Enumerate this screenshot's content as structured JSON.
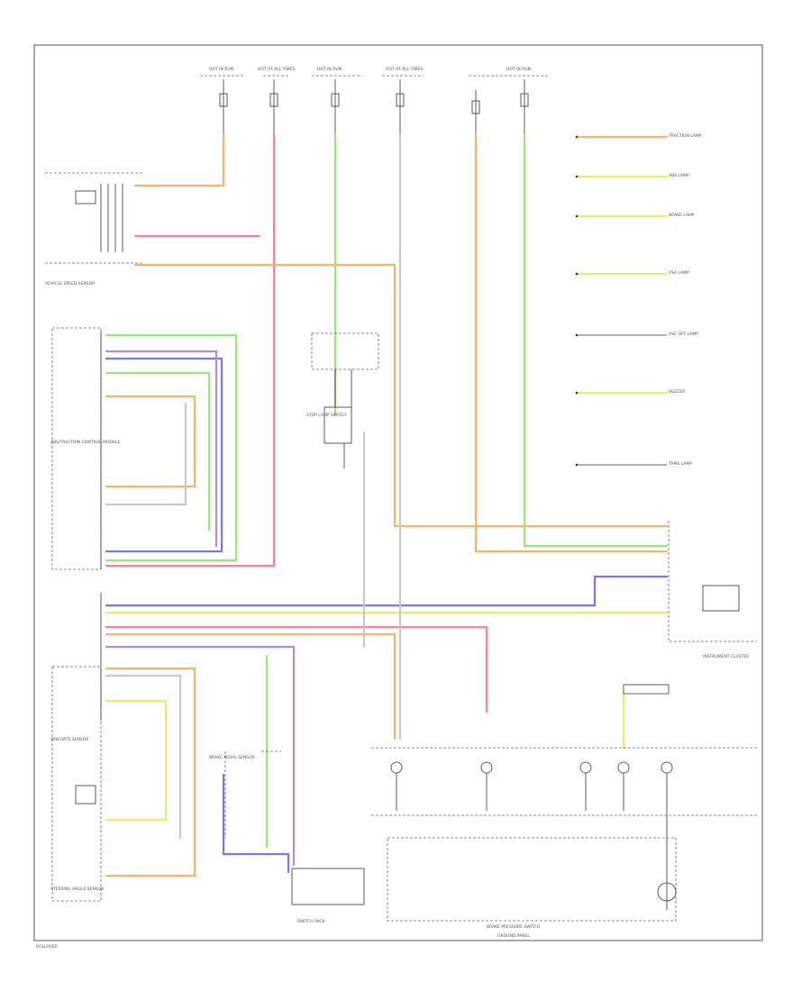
{
  "colors": {
    "red": "#ff7f99",
    "green": "#9be87a",
    "orange": "#f6b46e",
    "yellow": "#f3e86a",
    "blue": "#7878f0",
    "purple": "#b48cd6",
    "gray": "#b0b0b0",
    "line": "#333333"
  },
  "labels": {
    "top_fuses": [
      "HOT IN RUN",
      "HOT AT ALL TIMES",
      "HOT IN RUN",
      "HOT AT ALL TIMES",
      "HOT IN RUN"
    ],
    "vss": "VEHICLE SPEED SENSOR",
    "yaw": "YAW RATE SENSOR",
    "abs_module": "ABS/TRACTION CONTROL MODULE",
    "steering_sensor": "STEERING ANGLE SENSOR",
    "brake_switch": "STOP LAMP SWITCH",
    "pedal_sensor": "BRAKE PEDAL SENSOR",
    "cluster": "INSTRUMENT CLUSTER",
    "brake_pressure": "BRAKE PRESSURE SWITCH",
    "ground_panel": "GROUND PANEL",
    "sw_pack": "SWITCH PACK",
    "right_tags": [
      "TRACTION LAMP",
      "ABS LAMP",
      "BRAKE LAMP",
      "VSA LAMP",
      "VSC OFF LAMP",
      "BUZZER",
      "TPMS LAMP"
    ],
    "corner": "ROLLOVER"
  }
}
